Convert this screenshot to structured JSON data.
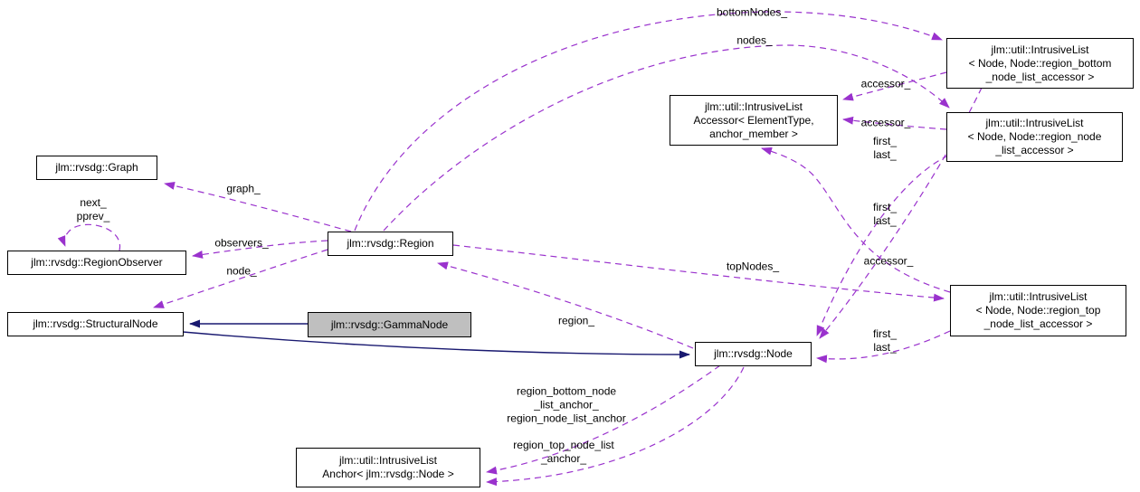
{
  "colors": {
    "dashed_edge": "#9A32CD",
    "solid_edge": "#191970",
    "box_border": "#000000",
    "box_fill": "#FFFFFF",
    "highlight_fill": "#BFBFBF",
    "text": "#000000",
    "background": "#FFFFFF"
  },
  "classes": {
    "graph": "jlm::rvsdg::Graph",
    "region_observer": "jlm::rvsdg::RegionObserver",
    "structural_node": "jlm::rvsdg::StructuralNode",
    "gamma_node": "jlm::rvsdg::GammaNode",
    "region": "jlm::rvsdg::Region",
    "node": "jlm::rvsdg::Node",
    "intrusive_list_accessor": "jlm::util::IntrusiveList\nAccessor< ElementType,\nanchor_member >",
    "intrusive_list_bottom": "jlm::util::IntrusiveList\n< Node, Node::region_bottom\n_node_list_accessor >",
    "intrusive_list_node": "jlm::util::IntrusiveList\n< Node, Node::region_node\n_list_accessor >",
    "intrusive_list_top": "jlm::util::IntrusiveList\n< Node, Node::region_top\n_node_list_accessor >",
    "intrusive_list_anchor": "jlm::util::IntrusiveList\nAnchor< jlm::rvsdg::Node >"
  },
  "edge_labels": {
    "graph": "graph_",
    "next_pprev": "next_\npprev_",
    "observers": "observers_",
    "node": "node_",
    "region": "region_",
    "bottom_nodes": "bottomNodes_",
    "nodes": "nodes_",
    "top_nodes": "topNodes_",
    "accessor_bottom": "accessor_",
    "accessor_node": "accessor_",
    "accessor_top": "accessor_",
    "first_last_node_list": "first_\nlast_",
    "first_last_bottom_list": "first_\nlast_",
    "first_last_top_list": "first_\nlast_",
    "anchors_bottom_node": "region_bottom_node\n_list_anchor_\nregion_node_list_anchor",
    "anchor_top": "region_top_node_list\n_anchor_"
  }
}
